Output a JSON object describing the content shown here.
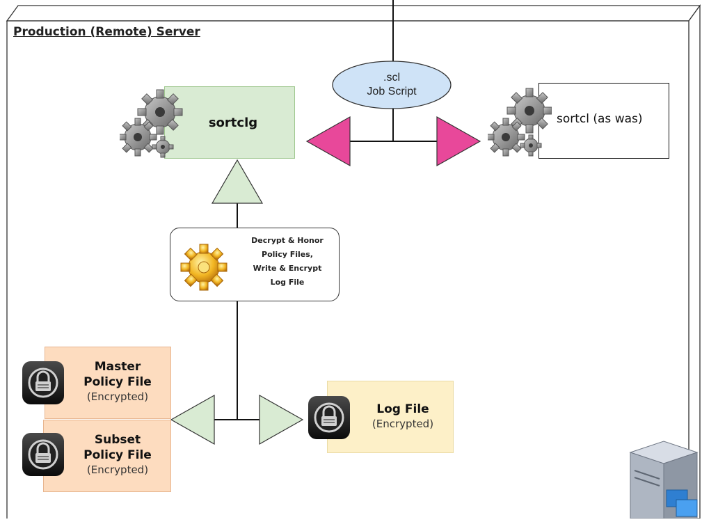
{
  "container": {
    "title": "Production (Remote) Server"
  },
  "job_script": {
    "line1": ".scl",
    "line2": "Job Script"
  },
  "sortclg": {
    "label": "sortclg"
  },
  "sortcl": {
    "label": "sortcl (as was)"
  },
  "process": {
    "lines": [
      "Decrypt & Honor",
      "Policy Files,",
      "Write & Encrypt",
      "Log File"
    ]
  },
  "master_policy": {
    "title_line1": "Master",
    "title_line2": "Policy File",
    "subtitle": "(Encrypted)"
  },
  "subset_policy": {
    "title_line1": "Subset",
    "title_line2": "Policy File",
    "subtitle": "(Encrypted)"
  },
  "log_file": {
    "title": "Log File",
    "subtitle": "(Encrypted)"
  },
  "colors": {
    "green_fill": "#d9ebd3",
    "pink_arrow": "#e8489a",
    "ellipse_fill": "#cfe3f7",
    "orange_fill": "#fddcbf",
    "yellow_fill": "#fdf0c8"
  },
  "icons": [
    "gears-icon",
    "gear-gold-icon",
    "lock-icon",
    "server-icon"
  ]
}
